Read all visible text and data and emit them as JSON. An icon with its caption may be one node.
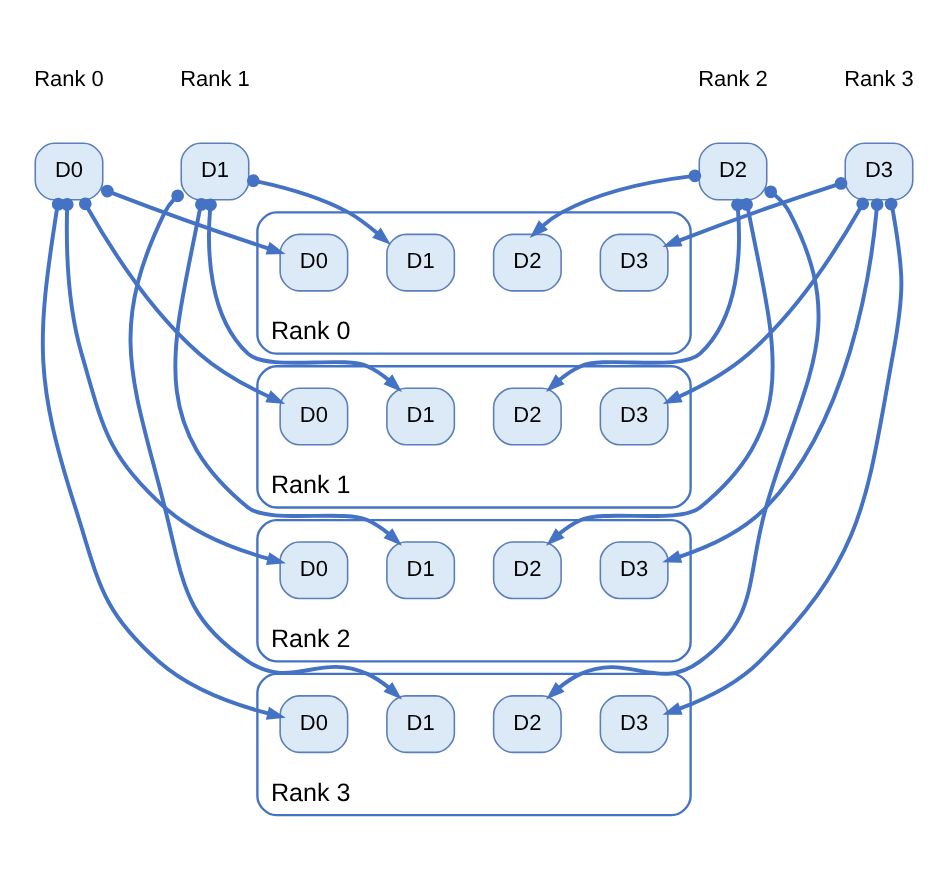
{
  "diagram": {
    "nodes": [
      {
        "text": [
          "D0"
        ],
        "beside": [
          "Rank 0"
        ]
      },
      {
        "text": [
          "D1"
        ],
        "beside": [
          "Rank 1"
        ]
      },
      {
        "text": [
          "D2"
        ],
        "beside": [
          "Rank 2"
        ]
      },
      {
        "text": [
          "D3"
        ],
        "beside": [
          "Rank 3"
        ]
      },
      {
        "text": [
          "Rank 0"
        ]
      },
      {
        "text": [
          "D0"
        ],
        "in": 4
      },
      {
        "text": [
          "D1"
        ],
        "in": 4
      },
      {
        "text": [
          "D2"
        ],
        "in": 4
      },
      {
        "text": [
          "D3"
        ],
        "in": 4
      },
      {
        "text": [
          "Rank 1"
        ]
      },
      {
        "text": [
          "D0"
        ],
        "in": 9
      },
      {
        "text": [
          "D1"
        ],
        "in": 9
      },
      {
        "text": [
          "D2"
        ],
        "in": 9
      },
      {
        "text": [
          "D3"
        ],
        "in": 9
      },
      {
        "text": [
          "Rank 2"
        ]
      },
      {
        "text": [
          "D0"
        ],
        "in": 14
      },
      {
        "text": [
          "D1"
        ],
        "in": 14
      },
      {
        "text": [
          "D2"
        ],
        "in": 14
      },
      {
        "text": [
          "D3"
        ],
        "in": 14
      },
      {
        "text": [
          "Rank 3"
        ]
      },
      {
        "text": [
          "D0"
        ],
        "in": 19
      },
      {
        "text": [
          "D1"
        ],
        "in": 19
      },
      {
        "text": [
          "D2"
        ],
        "in": 19
      },
      {
        "text": [
          "D3"
        ],
        "in": 19
      }
    ],
    "edges": [
      {
        "from": 0,
        "to": 5,
        "arrow": "to"
      },
      {
        "from": 0,
        "to": 10,
        "arrow": "to"
      },
      {
        "from": 0,
        "to": 15,
        "arrow": "to"
      },
      {
        "from": 0,
        "to": 20,
        "arrow": "to"
      },
      {
        "from": 1,
        "to": 6,
        "arrow": "to"
      },
      {
        "from": 1,
        "to": 11,
        "arrow": "to"
      },
      {
        "from": 1,
        "to": 16,
        "arrow": "to"
      },
      {
        "from": 1,
        "to": 21,
        "arrow": "to"
      },
      {
        "from": 2,
        "to": 7,
        "arrow": "to"
      },
      {
        "from": 2,
        "to": 12,
        "arrow": "to"
      },
      {
        "from": 2,
        "to": 17,
        "arrow": "to"
      },
      {
        "from": 2,
        "to": 22,
        "arrow": "to"
      },
      {
        "from": 3,
        "to": 8,
        "arrow": "to"
      },
      {
        "from": 3,
        "to": 13,
        "arrow": "to"
      },
      {
        "from": 3,
        "to": 18,
        "arrow": "to"
      },
      {
        "from": 3,
        "to": 23,
        "arrow": "to"
      }
    ]
  }
}
